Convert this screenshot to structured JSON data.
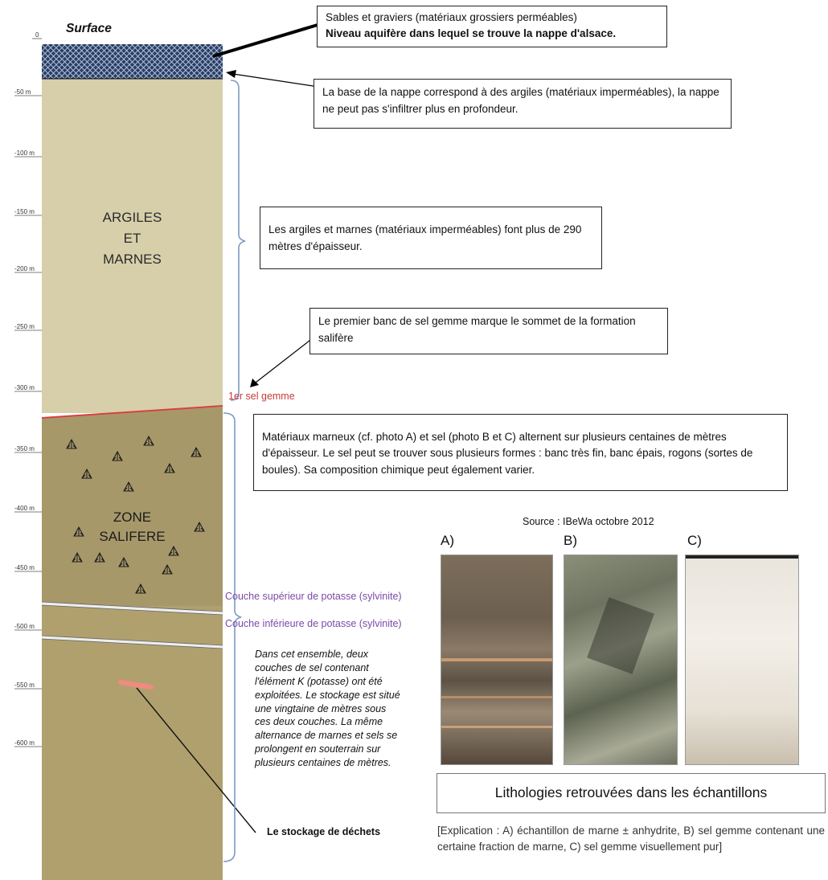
{
  "column": {
    "surface_label": "Surface",
    "depth_ticks": [
      "0",
      "-50 m",
      "-100 m",
      "-150 m",
      "-200 m",
      "-250 m",
      "-300 m",
      "-350 m",
      "-400 m",
      "-450 m",
      "-500 m",
      "-550 m",
      "-600 m"
    ],
    "argiles_label": [
      "ARGILES",
      "ET",
      "MARNES"
    ],
    "zone_label": [
      "ZONE",
      "SALIFERE"
    ],
    "salt_symbol": "salt-crystal-icon",
    "colors": {
      "gravel": "#2a3f66",
      "clay": "#d7cfaa",
      "salt_zone": "#a7986a",
      "lower_zone": "#b0a06e",
      "salt_line": "#d94040",
      "bracket": "#7f9ac6",
      "storage": "#f08a82"
    }
  },
  "labels": {
    "first_salt": "1er sel gemme",
    "potash_upper": "Couche supérieur de potasse (sylvinite)",
    "potash_lower": "Couche inférieure de potasse (sylvinite)",
    "storage": "Le stockage de déchets"
  },
  "boxes": {
    "gravel_line1": "Sables et graviers  (matériaux grossiers perméables)",
    "gravel_line2": "Niveau aquifère dans lequel se trouve la nappe d'alsace.",
    "base": "La base de la nappe correspond à des argiles (matériaux imperméables),  la nappe ne peut pas s'infiltrer plus en profondeur.",
    "clays": "Les argiles et marnes (matériaux imperméables) font plus de 290 mètres d'épaisseur.",
    "first_salt": "Le premier banc de sel gemme marque le sommet de la formation salifère",
    "alternance": "Matériaux marneux (cf. photo A) et sel (photo B et C) alternent sur plusieurs centaines de mètres d'épaisseur. Le sel peut se trouver sous plusieurs formes : banc très fin, banc épais, rogons (sortes de boules). Sa composition chimique peut également varier.",
    "lithologies": "Lithologies retrouvées dans les échantillons"
  },
  "note": "Dans cet ensemble, deux couches de sel contenant l'élément K (potasse) ont été exploitées. Le stockage est situé une vingtaine de mètres sous ces deux couches. La même alternance de marnes et sels se prolongent en souterrain sur plusieurs centaines de mètres.",
  "photos": {
    "source": "Source : IBeWa octobre 2012",
    "labels": [
      "A)",
      "B)",
      "C)"
    ],
    "explanation": "[Explication : A) échantillon de marne ± anhydrite, B) sel gemme contenant une certaine fraction de marne, C) sel gemme visuellement pur]"
  }
}
